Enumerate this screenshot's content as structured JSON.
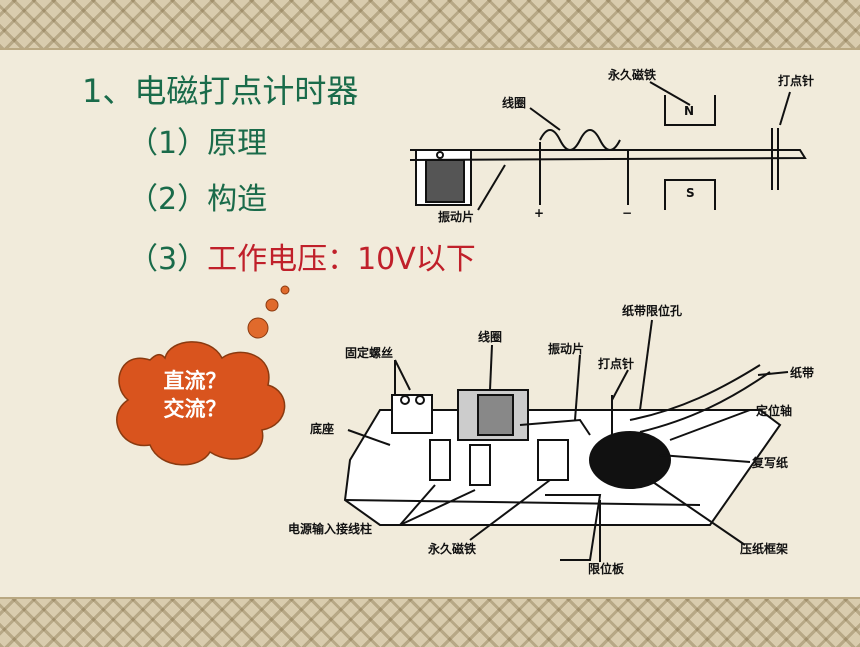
{
  "slide": {
    "title": "1、电磁打点计时器",
    "items": [
      {
        "label": "（1）原理"
      },
      {
        "label": "（2）构造"
      },
      {
        "label_prefix": "（3）",
        "label_highlight": "工作电压：10V以下"
      }
    ],
    "bubble": {
      "line1": "直流？",
      "line2": "交流？"
    }
  },
  "diagram_top": {
    "labels": {
      "magnet": "永久磁铁",
      "needle": "打点针",
      "coil": "线圈",
      "vibrator": "振动片",
      "north": "N",
      "south": "S",
      "plus": "+",
      "minus": "−"
    }
  },
  "diagram_bottom": {
    "labels": {
      "screw": "固定螺丝",
      "coil": "线圈",
      "vibrator": "振动片",
      "limit_hole": "纸带限位孔",
      "needle": "打点针",
      "tape": "纸带",
      "axle": "定位轴",
      "base": "底座",
      "carbon": "复写纸",
      "terminal": "电源输入接线柱",
      "magnet": "永久磁铁",
      "limit_plate": "限位板",
      "frame": "压纸框架"
    }
  },
  "colors": {
    "heading": "#1a6b4a",
    "highlight": "#c0202a",
    "bubble": "#d9541e"
  }
}
